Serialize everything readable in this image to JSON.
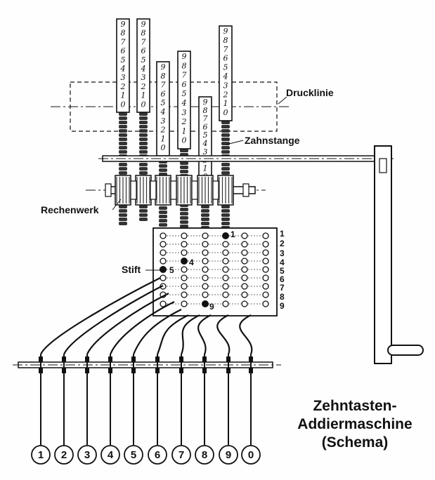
{
  "title": {
    "line1": "Zehntasten-",
    "line2": "Addiermaschine",
    "line3": "(Schema)"
  },
  "labels": {
    "druckline": "Drucklinie",
    "zahnstange": "Zahnstange",
    "rechenwerk": "Rechenwerk",
    "stift": "Stift"
  },
  "rack_digits": [
    "9",
    "8",
    "7",
    "6",
    "5",
    "4",
    "3",
    "2",
    "1",
    "0"
  ],
  "pin_labels": [
    "1",
    "4",
    "5",
    "9"
  ],
  "row_numbers": [
    "1",
    "2",
    "3",
    "4",
    "5",
    "6",
    "7",
    "8",
    "9"
  ],
  "keys": [
    "1",
    "2",
    "3",
    "4",
    "5",
    "6",
    "7",
    "8",
    "9",
    "0"
  ]
}
